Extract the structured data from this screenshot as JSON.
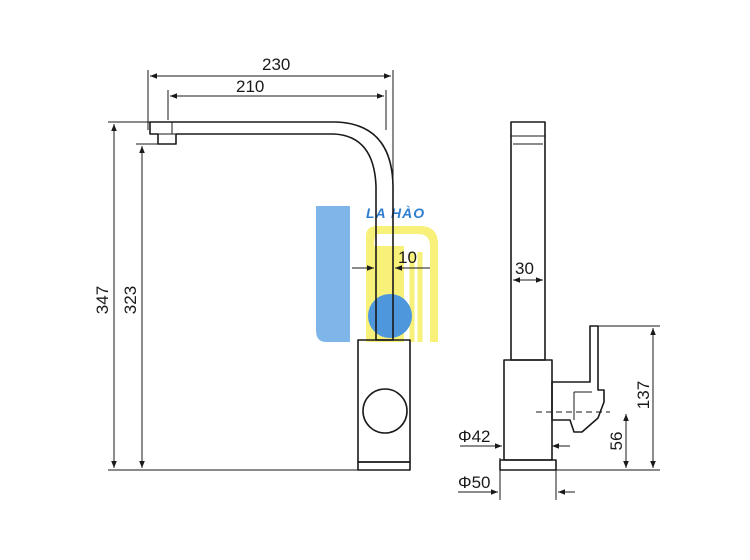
{
  "front_view": {
    "dim_total_reach": "230",
    "dim_spout_reach": "210",
    "dim_pipe_width": "10",
    "dim_total_height": "347",
    "dim_spout_height": "323"
  },
  "side_view": {
    "dim_body_width": "30",
    "dim_handle_height": "137",
    "dim_handle_axis_height": "56",
    "dim_body_diameter": "Φ42",
    "dim_base_diameter": "Φ50"
  },
  "watermark": {
    "text": "LA HÀO",
    "colors": {
      "blue": "#7fb6ea",
      "yellow": "#f7f17a",
      "text_blue": "#2f7fd0"
    }
  }
}
